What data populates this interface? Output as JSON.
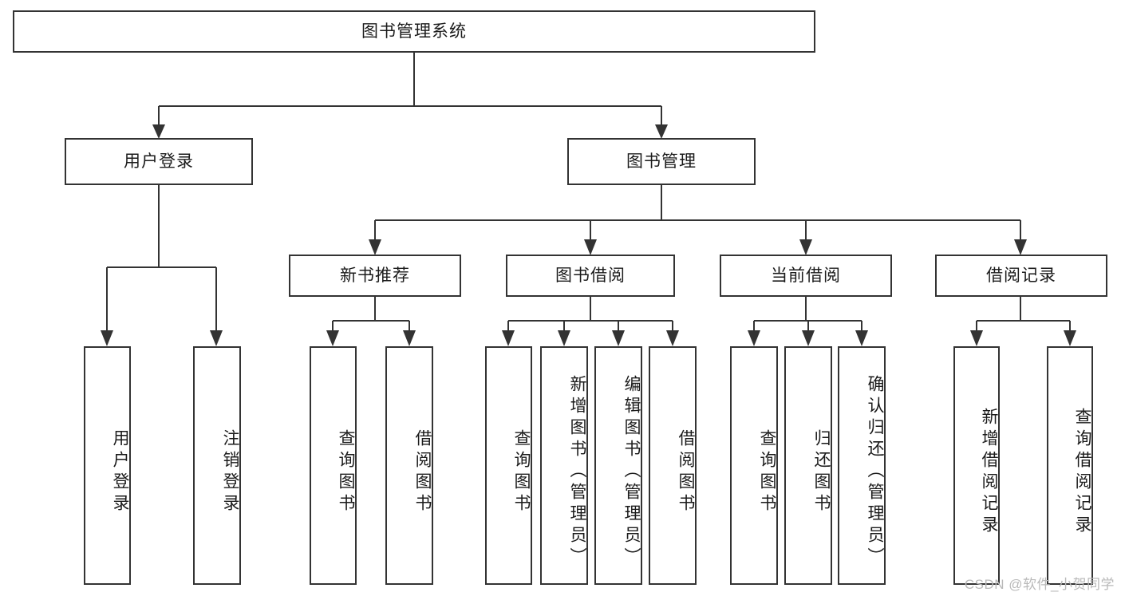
{
  "diagram": {
    "title": "图书管理系统",
    "watermark": "CSDN @软件_小贺同学",
    "line_color": "#333333",
    "box_fill": "#ffffff",
    "text_color": "#1b1b1b",
    "levels": {
      "root": {
        "label": "图书管理系统"
      },
      "level2": [
        {
          "label": "用户登录"
        },
        {
          "label": "图书管理"
        }
      ],
      "level3": [
        {
          "label": "新书推荐"
        },
        {
          "label": "图书借阅"
        },
        {
          "label": "当前借阅"
        },
        {
          "label": "借阅记录"
        }
      ],
      "leaves": [
        {
          "label": "用户登录",
          "parent": "用户登录"
        },
        {
          "label": "注销登录",
          "parent": "用户登录"
        },
        {
          "label": "查询图书",
          "parent": "新书推荐"
        },
        {
          "label": "借阅图书",
          "parent": "新书推荐"
        },
        {
          "label": "查询图书",
          "parent": "图书借阅"
        },
        {
          "label": "新增图书（管理员）",
          "parent": "图书借阅"
        },
        {
          "label": "编辑图书（管理员）",
          "parent": "图书借阅"
        },
        {
          "label": "借阅图书",
          "parent": "图书借阅"
        },
        {
          "label": "查询图书",
          "parent": "当前借阅"
        },
        {
          "label": "归还图书",
          "parent": "当前借阅"
        },
        {
          "label": "确认归还（管理员）",
          "parent": "当前借阅"
        },
        {
          "label": "新增借阅记录",
          "parent": "借阅记录"
        },
        {
          "label": "查询借阅记录",
          "parent": "借阅记录"
        }
      ]
    }
  }
}
